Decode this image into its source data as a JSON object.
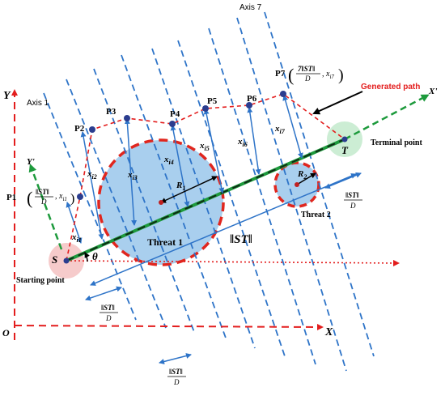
{
  "axes": {
    "origin": "O",
    "x": "X",
    "y": "Y",
    "x_prime": "X'",
    "y_prime": "Y'",
    "axis1": "Axis 1",
    "axis7": "Axis 7"
  },
  "points": {
    "start_letter": "S",
    "start_label": "Starting point",
    "terminal_letter": "T",
    "terminal_label": "Terminal point",
    "theta": "θ"
  },
  "path": {
    "legend": "Generated path",
    "waypoints": [
      "P1",
      "P2",
      "P3",
      "P4",
      "P5",
      "P6",
      "P7"
    ]
  },
  "threats": {
    "threat1": "Threat 1",
    "threat2": "Threat 2",
    "r1": "R1",
    "r2": "R2"
  },
  "distances": [
    "x_i1",
    "x_i2",
    "x_i3",
    "x_i4",
    "x_i5",
    "x_i6",
    "x_i7"
  ],
  "segment": {
    "st_norm": "‖ST‖",
    "fraction_numerator": "‖ST‖",
    "fraction_denominator": "D"
  },
  "colors": {
    "axis_red": "#e31d1d",
    "axis_blue": "#2e74c8",
    "threat_fill": "#a9cfee",
    "threat_border": "#e0261e",
    "st_line": "#1d9a3c",
    "waypoint": "#2b3d8f",
    "start_glow": "#f3b9b9",
    "terminal_glow": "#bfe8c9"
  }
}
